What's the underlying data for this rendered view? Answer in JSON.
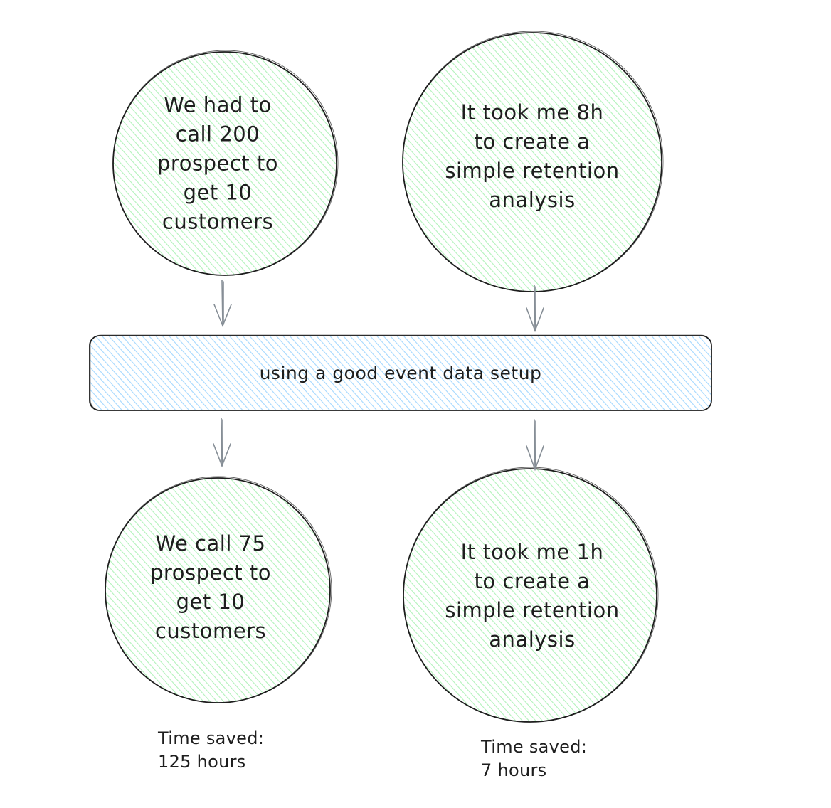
{
  "colors": {
    "stroke": "#1e1e1e",
    "circle_fill": "#b2f2bb",
    "bar_fill": "#a5d8ff",
    "arrow": "#868e96"
  },
  "circles": {
    "top_left": "We had to\ncall 200\nprospect to\nget 10\ncustomers",
    "top_right": "It took me 8h\nto create a\nsimple retention\nanalysis",
    "bottom_left": "We call 75\nprospect to\nget 10\ncustomers",
    "bottom_right": "It took me 1h\nto create a\nsimple retention\nanalysis"
  },
  "bar": {
    "label": "using a good event data setup"
  },
  "notes": {
    "left": "Time saved:\n125 hours",
    "right": "Time saved:\n7 hours"
  }
}
